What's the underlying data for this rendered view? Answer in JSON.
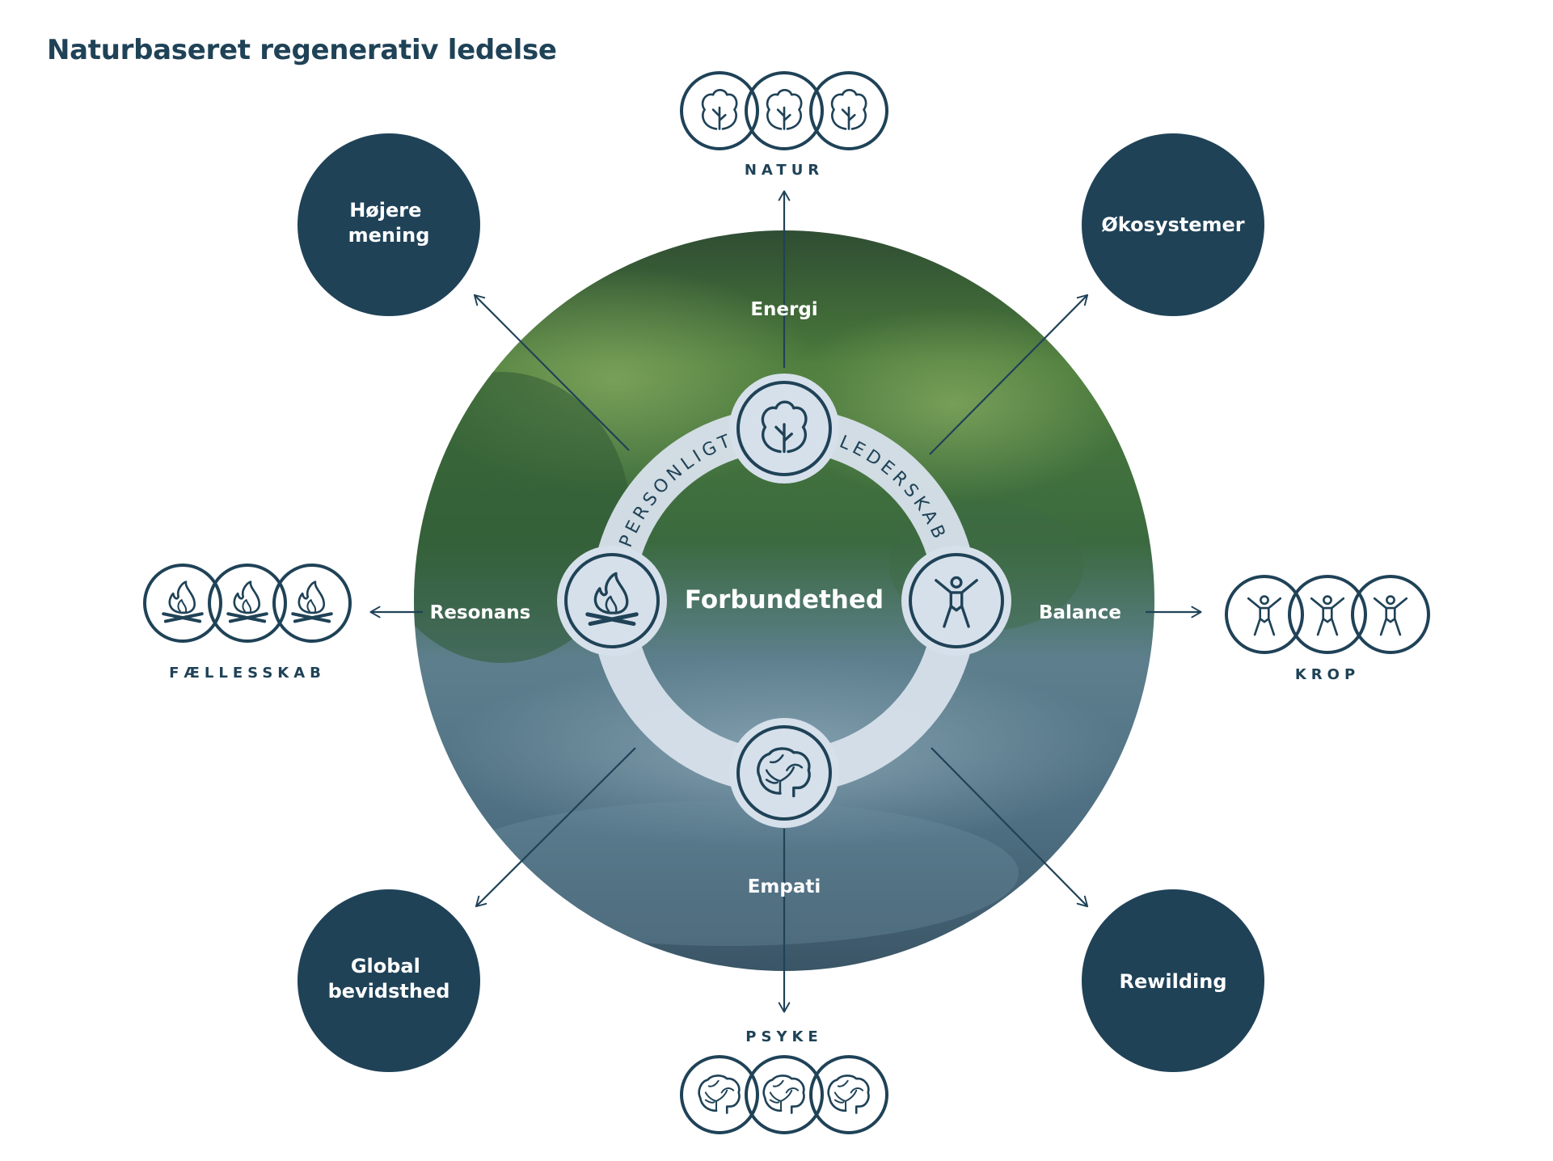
{
  "page": {
    "title": "Naturbaseret regenerativ ledelse"
  },
  "center": {
    "label": "Forbundethed",
    "arc_left": "PERSONLIGT",
    "arc_right": "LEDERSKAB",
    "ring_icons": [
      "tree-icon",
      "human-figure-icon",
      "brain-icon",
      "campfire-icon"
    ]
  },
  "inner_labels": {
    "top": "Energi",
    "right": "Balance",
    "bottom": "Empati",
    "left": "Resonans"
  },
  "outer_nodes": {
    "top_left": [
      "Højere",
      "mening"
    ],
    "top_right": [
      "Økosystemer"
    ],
    "bottom_left": [
      "Global",
      "bevidsthed"
    ],
    "bottom_right": [
      "Rewilding"
    ]
  },
  "icon_groups": {
    "top": {
      "label": "NATUR",
      "icon": "tree-icon"
    },
    "right": {
      "label": "KROP",
      "icon": "human-figure-icon"
    },
    "bottom": {
      "label": "PSYKE",
      "icon": "brain-icon"
    },
    "left": {
      "label": "FÆLLESSKAB",
      "icon": "campfire-icon"
    }
  },
  "colors": {
    "navy": "#1f4257",
    "ring": "#d6e0ea",
    "white": "#ffffff",
    "photo_green": "#4f7a3e",
    "photo_water": "#5d7f90"
  }
}
